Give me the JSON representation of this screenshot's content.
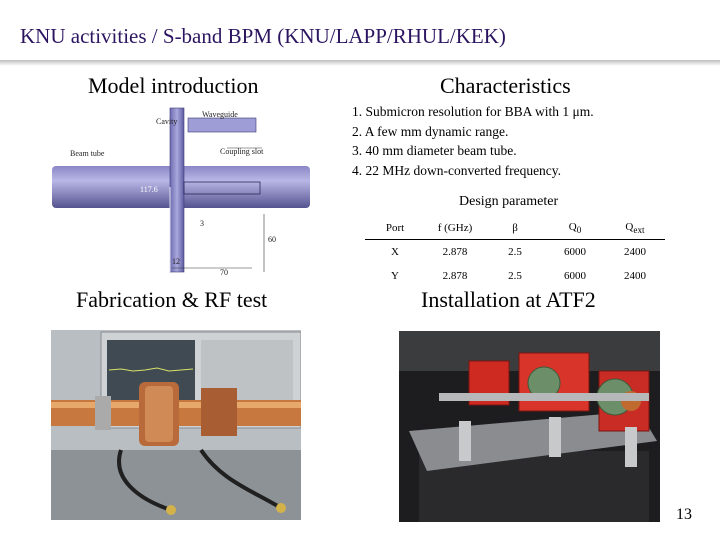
{
  "title": "KNU activities / S-band BPM (KNU/LAPP/RHUL/KEK)",
  "sections": {
    "model": "Model introduction",
    "characteristics": "Characteristics",
    "fabrication": "Fabrication & RF test",
    "installation": "Installation at ATF2"
  },
  "characteristics_list": [
    "1. Submicron resolution for BBA with 1 μm.",
    "2. A few mm dynamic range.",
    "3. 40 mm diameter beam tube.",
    "4. 22 MHz down-converted frequency."
  ],
  "design_parameter": {
    "label": "Design parameter",
    "headers": [
      "Port",
      "f (GHz)",
      "β",
      "Q0",
      "Qext"
    ],
    "rows": [
      [
        "X",
        "2.878",
        "2.5",
        "6000",
        "2400"
      ],
      [
        "Y",
        "2.878",
        "2.5",
        "6000",
        "2400"
      ]
    ]
  },
  "model_diagram": {
    "cavity": "Cavity",
    "waveguide": "Waveguide",
    "coupling_slot": "Coupling slot",
    "beam_tube": "Beam tube",
    "dim_117": "117.6",
    "dim_3": "3",
    "dim_60": "60",
    "dim_12": "12",
    "dim_70": "70"
  },
  "page_number": "13"
}
